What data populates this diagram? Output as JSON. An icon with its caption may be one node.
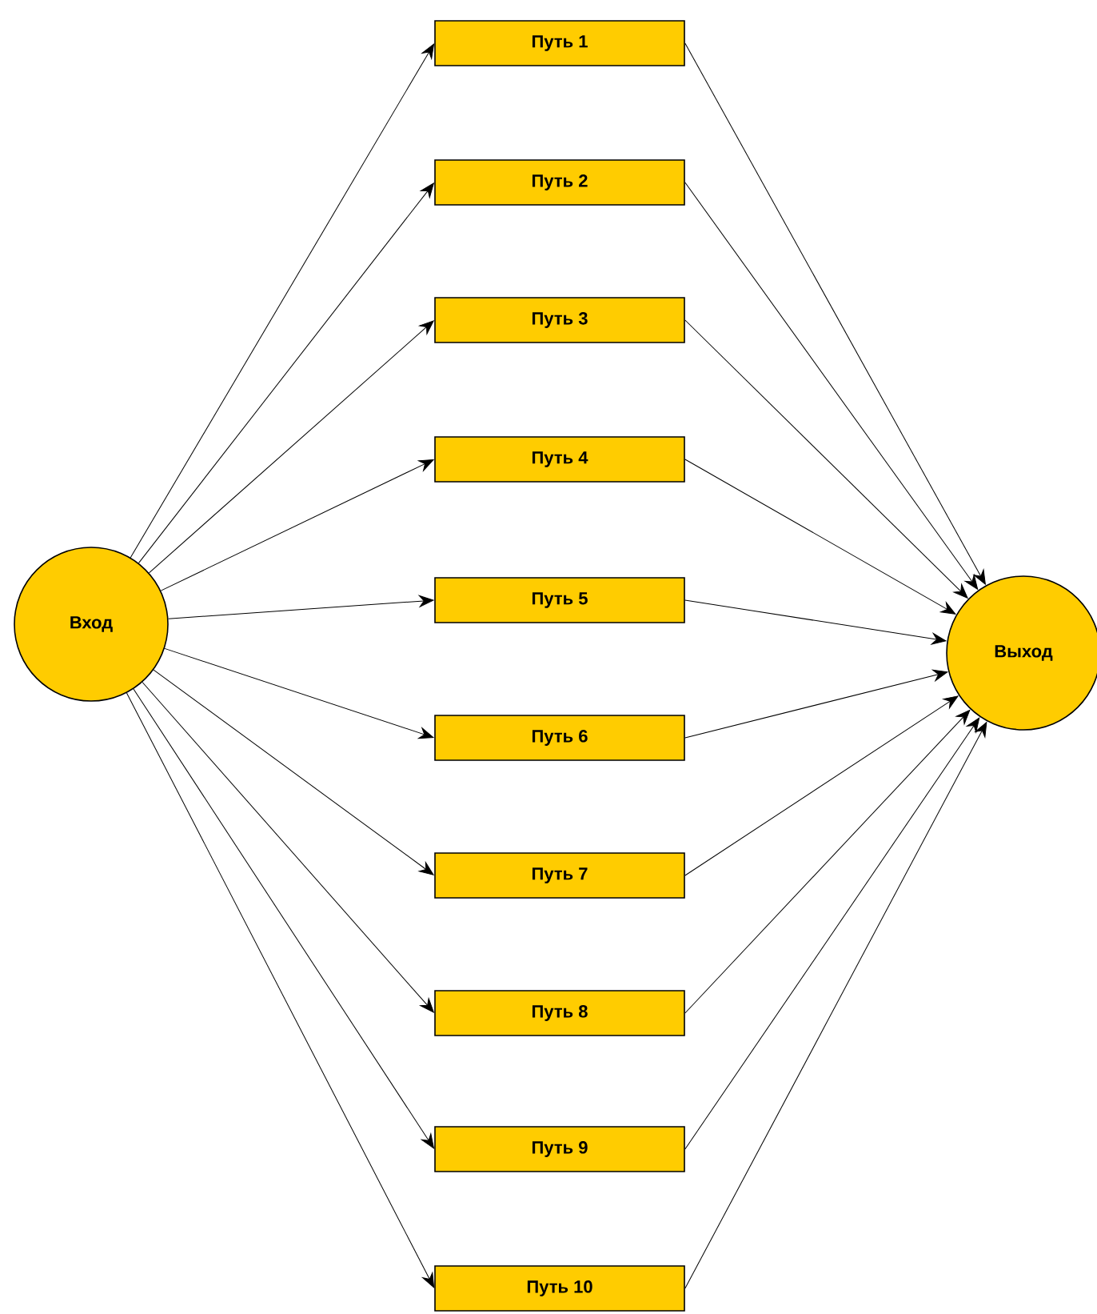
{
  "diagram": {
    "nodes": [
      {
        "text": [
          "Вход"
        ]
      },
      {
        "text": [
          "Путь 1"
        ]
      },
      {
        "text": [
          "Путь 2"
        ]
      },
      {
        "text": [
          "Путь 3"
        ]
      },
      {
        "text": [
          "Путь 4"
        ]
      },
      {
        "text": [
          "Путь 5"
        ]
      },
      {
        "text": [
          "Путь 6"
        ]
      },
      {
        "text": [
          "Путь 7"
        ]
      },
      {
        "text": [
          "Путь 8"
        ]
      },
      {
        "text": [
          "Путь 9"
        ]
      },
      {
        "text": [
          "Путь 10"
        ]
      },
      {
        "text": [
          "Выход"
        ]
      }
    ],
    "edges": [
      {
        "from": 0,
        "to": 1,
        "arrow": "to"
      },
      {
        "from": 0,
        "to": 2,
        "arrow": "to"
      },
      {
        "from": 0,
        "to": 3,
        "arrow": "to"
      },
      {
        "from": 0,
        "to": 4,
        "arrow": "to"
      },
      {
        "from": 0,
        "to": 5,
        "arrow": "to"
      },
      {
        "from": 0,
        "to": 6,
        "arrow": "to"
      },
      {
        "from": 0,
        "to": 7,
        "arrow": "to"
      },
      {
        "from": 0,
        "to": 8,
        "arrow": "to"
      },
      {
        "from": 0,
        "to": 9,
        "arrow": "to"
      },
      {
        "from": 0,
        "to": 10,
        "arrow": "to"
      },
      {
        "from": 1,
        "to": 11,
        "arrow": "to"
      },
      {
        "from": 2,
        "to": 11,
        "arrow": "to"
      },
      {
        "from": 3,
        "to": 11,
        "arrow": "to"
      },
      {
        "from": 4,
        "to": 11,
        "arrow": "to"
      },
      {
        "from": 5,
        "to": 11,
        "arrow": "to"
      },
      {
        "from": 6,
        "to": 11,
        "arrow": "to"
      },
      {
        "from": 7,
        "to": 11,
        "arrow": "to"
      },
      {
        "from": 8,
        "to": 11,
        "arrow": "to"
      },
      {
        "from": 9,
        "to": 11,
        "arrow": "to"
      },
      {
        "from": 10,
        "to": 11,
        "arrow": "to"
      }
    ]
  }
}
